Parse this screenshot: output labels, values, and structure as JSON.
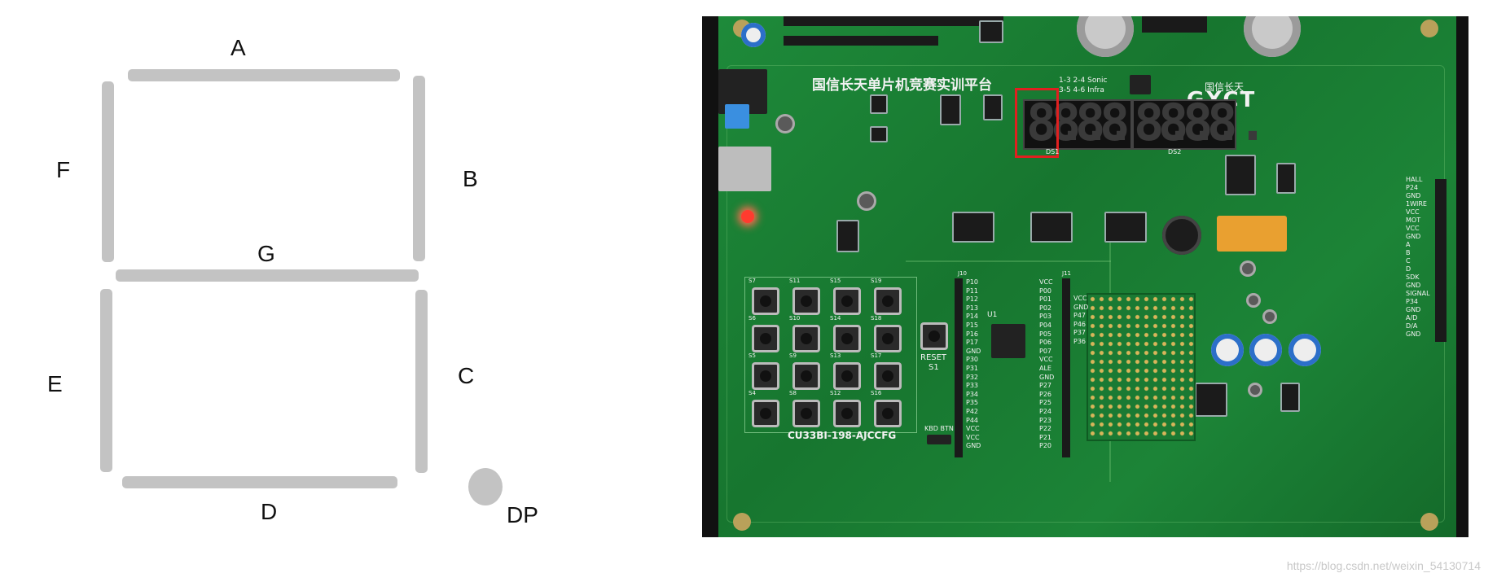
{
  "segments": {
    "A": "A",
    "B": "B",
    "C": "C",
    "D": "D",
    "E": "E",
    "F": "F",
    "G": "G",
    "DP": "DP"
  },
  "board": {
    "title": "国信长天单片机竞赛实训平台",
    "logo": "国信长天",
    "logo_mark": "GXCT",
    "model": "CU33BI-198-AJCCFG",
    "reset": "RESET",
    "reset_sub": "S1",
    "sonic_note_1": "1-3 2-4 Sonic",
    "sonic_note_2": "3-5 4-6 Infra",
    "ds1": "DS1",
    "ds2": "DS2",
    "kbd_btn": "KBD BTN",
    "u1": "U1",
    "j10": "J10",
    "j11": "J11",
    "digits_left": [
      "8.",
      "8.",
      "8.",
      "8."
    ],
    "digits_right": [
      "8.",
      "8.",
      "8.",
      "8."
    ],
    "p1_pins": [
      "P10",
      "P11",
      "P12",
      "P13",
      "P14",
      "P15",
      "P16",
      "P17",
      "GND",
      "P30",
      "P31",
      "P32",
      "P33",
      "P34",
      "P35",
      "P42",
      "P44",
      "VCC",
      "VCC",
      "GND"
    ],
    "p0_pins": [
      "VCC",
      "P00",
      "P01",
      "P02",
      "P03",
      "P04",
      "P05",
      "P06",
      "P07",
      "VCC",
      "ALE",
      "GND",
      "P27",
      "P26",
      "P25",
      "P24",
      "P23",
      "P22",
      "P21",
      "P20"
    ],
    "p4_pins": [
      "VCC",
      "GND",
      "P47",
      "P46",
      "P37",
      "P36"
    ],
    "right_pins": [
      "HALL",
      "P24",
      "GND",
      "1WIRE",
      "VCC",
      "MOT",
      "VCC",
      "GND",
      "A",
      "B",
      "C",
      "D",
      "SDK",
      "GND",
      "SIGNAL",
      "P34",
      "GND",
      "A/D",
      "D/A",
      "GND"
    ],
    "keys_left": [
      "S7",
      "S6",
      "S5",
      "S4"
    ],
    "keys_c2": [
      "S11",
      "S10",
      "S9",
      "S8"
    ],
    "keys_c3": [
      "S15",
      "S14",
      "S13",
      "S12"
    ],
    "keys_c4": [
      "S19",
      "S18",
      "S17",
      "S16"
    ]
  },
  "watermark": "https://blog.csdn.net/weixin_54130714"
}
